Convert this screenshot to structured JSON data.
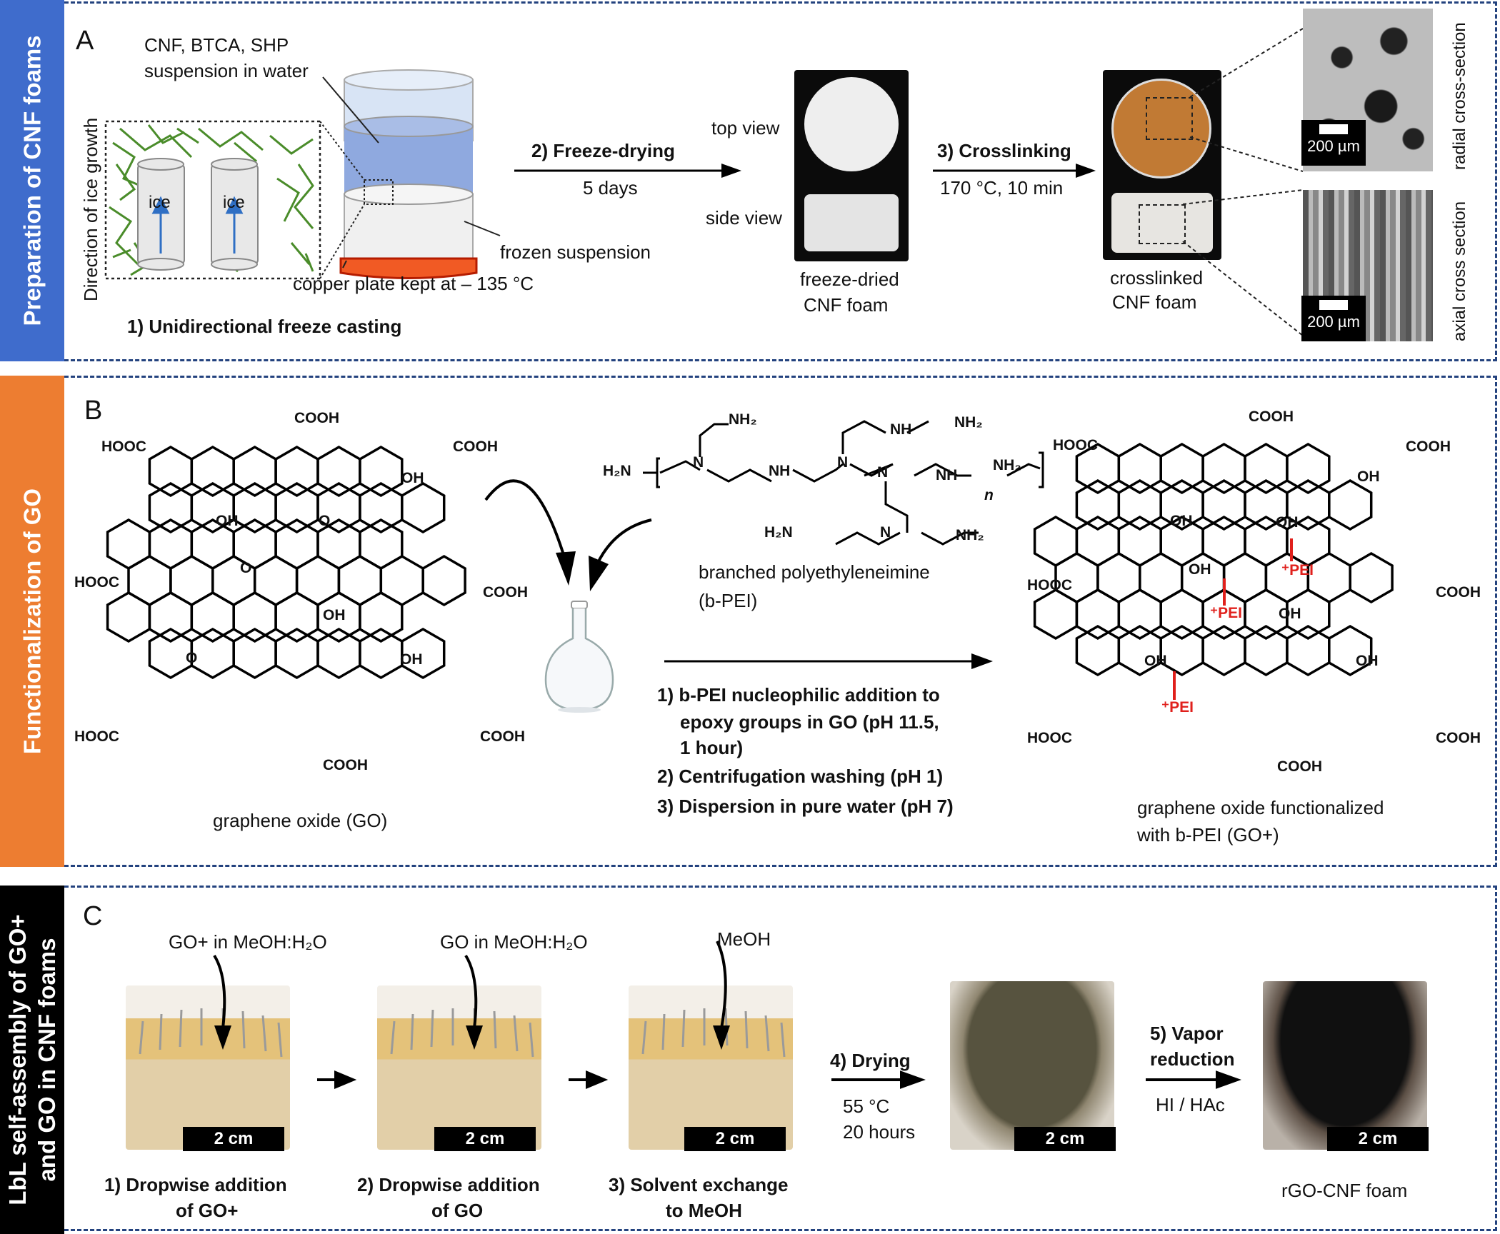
{
  "sections": {
    "a": {
      "sidebar": "Preparation of  CNF foams",
      "color": "#3f6ccc",
      "letter": "A"
    },
    "b": {
      "sidebar": "Functionalization of GO",
      "color": "#ed7d31",
      "letter": "B"
    },
    "c": {
      "sidebar_line1": "LbL self-assembly of GO+",
      "sidebar_line2": "and GO in CNF foams",
      "color": "#000000",
      "letter": "C"
    }
  },
  "panel_a": {
    "suspension_label_1": "CNF, BTCA, SHP",
    "suspension_label_2": "suspension in water",
    "ice_growth": "Direction of ice growth",
    "ice": "ice",
    "frozen": "frozen suspension",
    "copper": "copper plate kept at – 135 °C",
    "step1": "1) Unidirectional freeze casting",
    "step2": "2) Freeze-drying",
    "step2_sub": "5 days",
    "top_view": "top view",
    "side_view": "side view",
    "freeze_dried_1": "freeze-dried",
    "freeze_dried_2": "CNF foam",
    "step3": "3) Crosslinking",
    "step3_sub": "170 °C, 10 min",
    "crosslinked_1": "crosslinked",
    "crosslinked_2": "CNF foam",
    "scale": "200 µm",
    "radial": "radial cross-section",
    "axial": "axial cross section"
  },
  "panel_b": {
    "go_label": "graphene oxide (GO)",
    "pei_label_1": "branched polyethyleneimine",
    "pei_label_2": "(b-PEI)",
    "step1_l1": "1) b-PEI nucleophilic addition to",
    "step1_l2": "epoxy groups in GO (pH 11.5,",
    "step1_l3": "1 hour)",
    "step2": "2) Centrifugation washing (pH 1)",
    "step3": "3) Dispersion in pure water (pH 7)",
    "gop_label_1": "graphene oxide functionalized",
    "gop_label_2": "with b-PEI (GO+)",
    "cooh": "COOH",
    "hooc": "HOOC",
    "oh": "OH",
    "o": "O",
    "pei": "⁺PEI",
    "nh2": "NH₂",
    "h2n": "H₂N",
    "nh": "NH",
    "n": "N",
    "n_sub": "n"
  },
  "panel_c": {
    "gop_drop": "GO+ in MeOH:H₂O",
    "go_drop": "GO in MeOH:H₂O",
    "meoh": "MeOH",
    "scale": "2 cm",
    "step1_l1": "1) Dropwise addition",
    "step1_l2": "of GO+",
    "step2_l1": "2) Dropwise addition",
    "step2_l2": "of GO",
    "step3_l1": "3) Solvent exchange",
    "step3_l2": "to MeOH",
    "step4": "4) Drying",
    "step4_sub1": "55 °C",
    "step4_sub2": "20 hours",
    "step5_l1": "5) Vapor",
    "step5_l2": "reduction",
    "step5_sub": "HI / HAc",
    "final": "rGO-CNF foam"
  }
}
